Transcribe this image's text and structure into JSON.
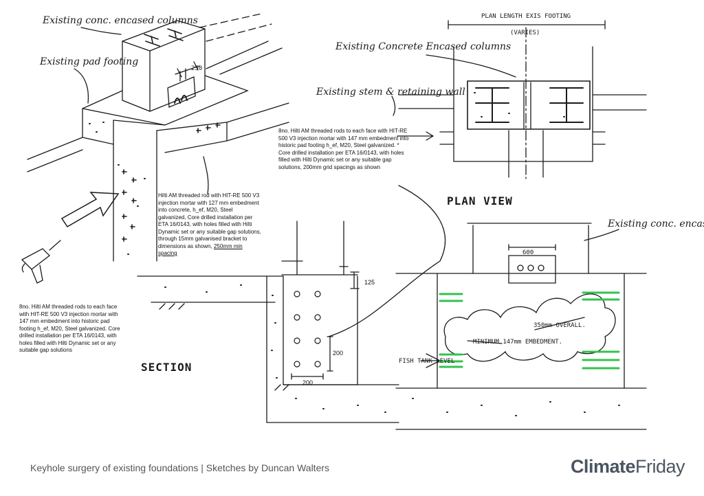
{
  "labels": {
    "existing_cols_top": "Existing conc. encased columns",
    "existing_pad_footing": "Existing pad footing",
    "dim_250": "250",
    "existing_cols_plan": "Existing Concrete Encased columns",
    "existing_stem_wall": "Existing stem & retaining wall",
    "plan_length_header": "PLAN LENGTH EXIS FOOTING",
    "plan_length_varies": "(VARIES)",
    "plan_view": "PLAN VIEW",
    "section": "SECTION",
    "existing_cols_right": "Existing conc. encased cols.",
    "dim_600": "600",
    "dim_125": "125",
    "dim_200_v": "200",
    "dim_200_h": "200",
    "overall_350": "350mm OVERALL.",
    "min_embedment": "MINIMUM 147mm EMBEDMENT.",
    "fish_tank_level": "FISH TANK LEVEL"
  },
  "notes": {
    "plan_note": "8no. Hilti AM threaded rods to each face with HIT-RE 500 V3 injection mortar with 147 mm embedment into historic pad footing h_ef, M20, Steel galvanized. * Core drilled installation per ETA 16/0143, with holes filled with Hilti Dynamic set or any suitable gap solutions, 200mm grid spacings as shown",
    "center_note": "Hilti AM threaded rod with HIT-RE 500 V3 injection mortar with 127 mm embedment into concrete, h_ef, M20, Steel galvanized, Core drilled installation per ETA 16/0143, with holes filled with Hilti Dynamic set or any suitable gap solutions, through 15mm galvanised bracket to dimensions as shown,",
    "center_note_underlined": "250mm min spacing",
    "left_note": "8no. Hilti AM threaded rods to each face with HIT-RE 500 V3 injection mortar with 147 mm embedment into historic pad footing h_ef, M20, Steel galvanized. Core drilled installation per ETA 16/0143, with holes filled with Hilti Dynamic set or any suitable gap solutions"
  },
  "footer": {
    "caption": "Keyhole surgery of existing foundations | Sketches by Duncan Walters",
    "brand_bold": "Climate",
    "brand_regular": "Friday"
  },
  "colors": {
    "ink": "#1a1a1a",
    "rod_green": "#33c24f",
    "caption_grey": "#555555",
    "brand_grey": "#4a5560"
  }
}
